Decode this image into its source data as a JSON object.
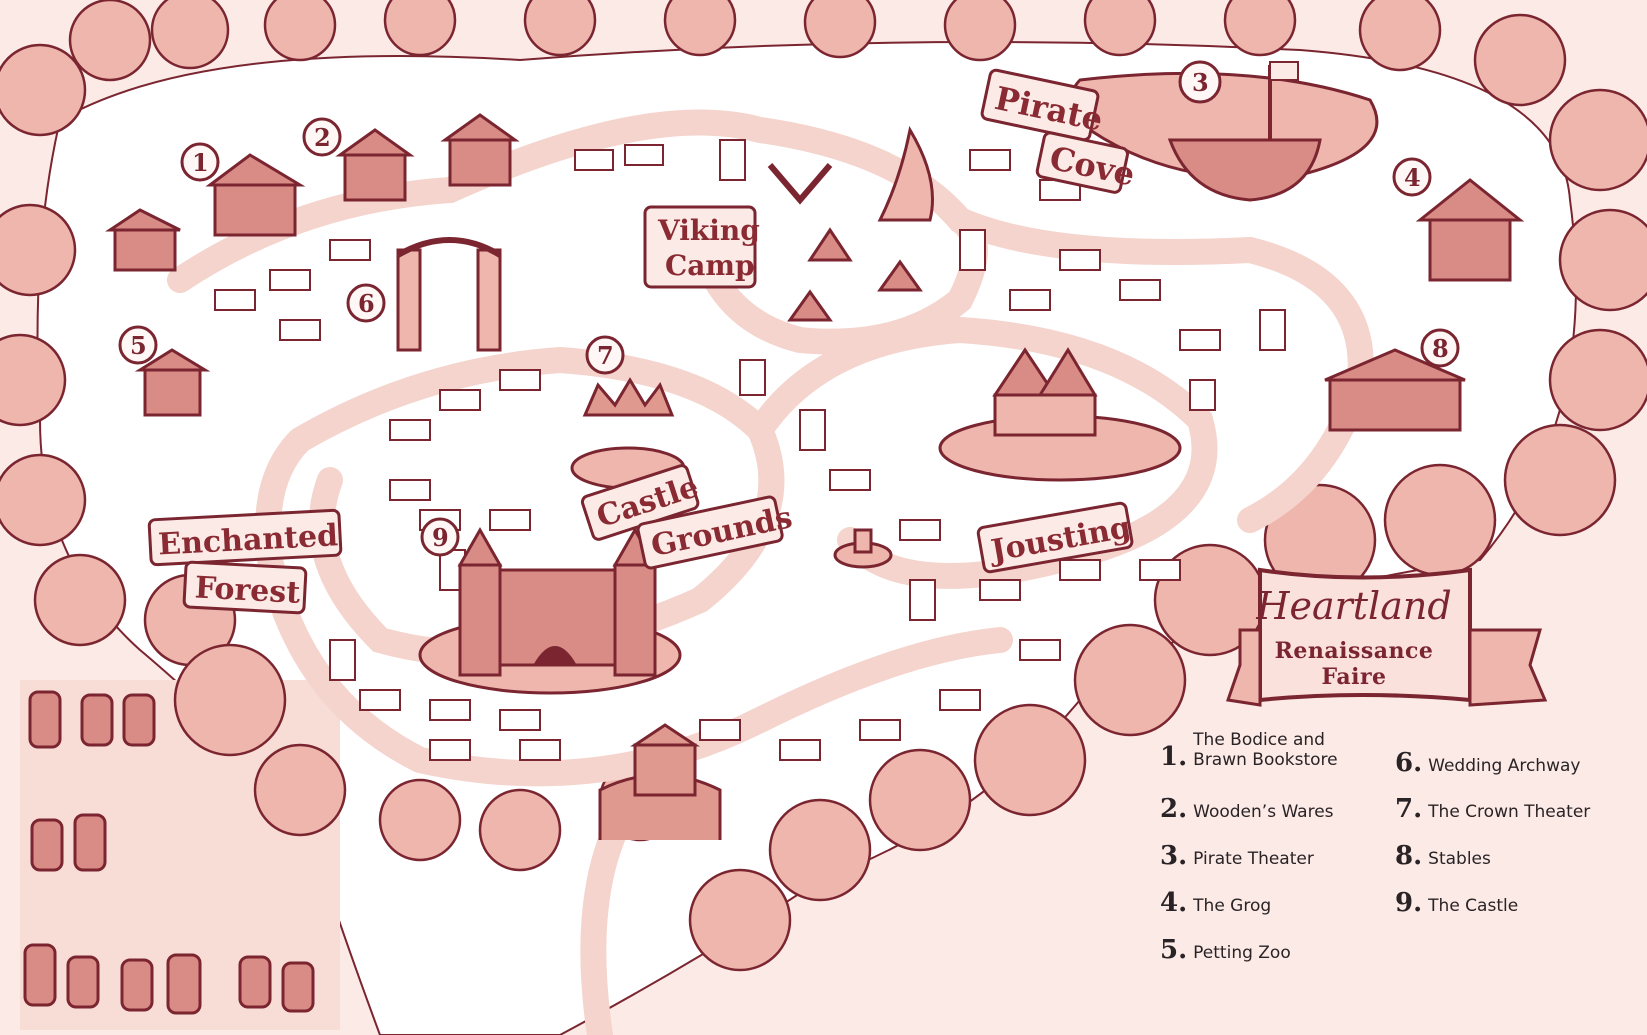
{
  "title": {
    "script": "Heartland",
    "subtitle": "Renaissance Faire"
  },
  "areas": [
    {
      "id": "pirate",
      "lines": [
        "Pirate",
        "Cove"
      ]
    },
    {
      "id": "viking",
      "lines": [
        "Viking",
        "Camp"
      ]
    },
    {
      "id": "castle",
      "lines": [
        "Castle",
        "Grounds"
      ]
    },
    {
      "id": "jousting",
      "lines": [
        "Jousting"
      ]
    },
    {
      "id": "forest",
      "lines": [
        "Enchanted",
        "Forest"
      ]
    }
  ],
  "markers": [
    "1",
    "2",
    "3",
    "4",
    "5",
    "6",
    "7",
    "8",
    "9"
  ],
  "legend": {
    "left": [
      {
        "num": "1.",
        "label_line1": "The Bodice and",
        "label_line2": "Brawn Bookstore"
      },
      {
        "num": "2.",
        "label": "Wooden’s Wares"
      },
      {
        "num": "3.",
        "label": "Pirate Theater"
      },
      {
        "num": "4.",
        "label": "The Grog"
      },
      {
        "num": "5.",
        "label": "Petting Zoo"
      }
    ],
    "right": [
      {
        "num": "6.",
        "label": "Wedding Archway"
      },
      {
        "num": "7.",
        "label": "The Crown Theater"
      },
      {
        "num": "8.",
        "label": "Stables"
      },
      {
        "num": "9.",
        "label": "The Castle"
      }
    ]
  },
  "colors": {
    "ink": "#7a2530",
    "tree": "#eeb6ad",
    "background": "#fbeae6",
    "path": "#f6d9d3",
    "ground": "#ffffff"
  }
}
